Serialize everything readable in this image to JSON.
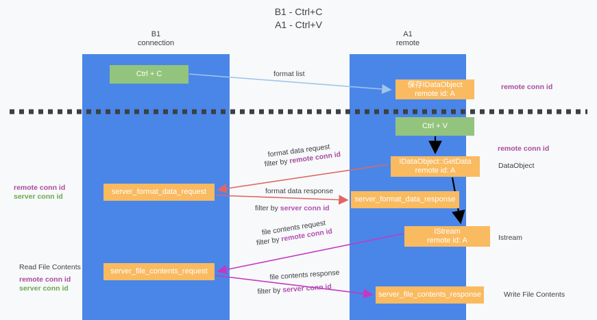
{
  "title": {
    "line1": "B1 - Ctrl+C",
    "line2": "A1 - Ctrl+V"
  },
  "lanes": [
    {
      "id": "b1",
      "name": "B1",
      "role": "connection"
    },
    {
      "id": "a1",
      "name": "A1",
      "role": "remote"
    }
  ],
  "nodes": {
    "ctrl_c": {
      "label": "Ctrl + C",
      "color": "#93c47d"
    },
    "save_idataobject": {
      "label": "保存IDataObject",
      "sub": "remote id: A",
      "color": "#f9ba60"
    },
    "ctrl_v": {
      "label": "Ctrl + V",
      "color": "#93c47d"
    },
    "getdata": {
      "label": "IDataObject::GetData",
      "sub": "remote id: A",
      "color": "#f9ba60"
    },
    "istream": {
      "label": "IStream",
      "sub": "remote id: A",
      "color": "#f9ba60"
    },
    "server_format_data_request": {
      "label": "server_format_data_request",
      "color": "#f9ba60"
    },
    "server_format_data_response": {
      "label": "server_format_data_response",
      "color": "#f9ba60"
    },
    "server_file_contents_request": {
      "label": "server_file_contents_request",
      "color": "#f9ba60"
    },
    "server_file_contents_response": {
      "label": "server_file_contents_response",
      "color": "#f9ba60"
    }
  },
  "edge_labels": {
    "format_list": "format list",
    "format_data_request": "format data request",
    "format_data_request_filter_prefix": "filter by ",
    "format_data_request_filter_key": "remote conn id",
    "format_data_response": "format data response",
    "format_data_response_filter_prefix": "filter by ",
    "format_data_response_filter_key": "server conn id",
    "file_contents_request": "file contents request",
    "file_contents_request_filter_prefix": "filter by ",
    "file_contents_request_filter_key": "remote conn id",
    "file_contents_response": "file contents response",
    "file_contents_response_filter_prefix": "filter by ",
    "file_contents_response_filter_key": "server conn id"
  },
  "annotations": {
    "right_remote_conn_id_top": "remote conn id",
    "right_remote_conn_id_mid": "remote conn id",
    "right_dataobject": "DataObject",
    "right_istream": "Istream",
    "right_write_file_contents": "Write File Contents",
    "left_remote_conn_id": "remote conn id",
    "left_server_conn_id": "server conn id",
    "left_read_file_contents": "Read File Contents",
    "left_remote_conn_id_2": "remote conn id",
    "left_server_conn_id_2": "server conn id"
  },
  "colors": {
    "lane": "#4a86e8",
    "green_node": "#93c47d",
    "orange_node": "#f9ba60",
    "purple_text": "#a64d9e",
    "green_text": "#6aa84f",
    "red_arrow": "#e06666",
    "magenta_arrow": "#c239c2",
    "light_blue_arrow": "#9fc5e8",
    "black_arrow": "#000000",
    "background": "#f8f9fa",
    "divider": "#3c4043"
  }
}
